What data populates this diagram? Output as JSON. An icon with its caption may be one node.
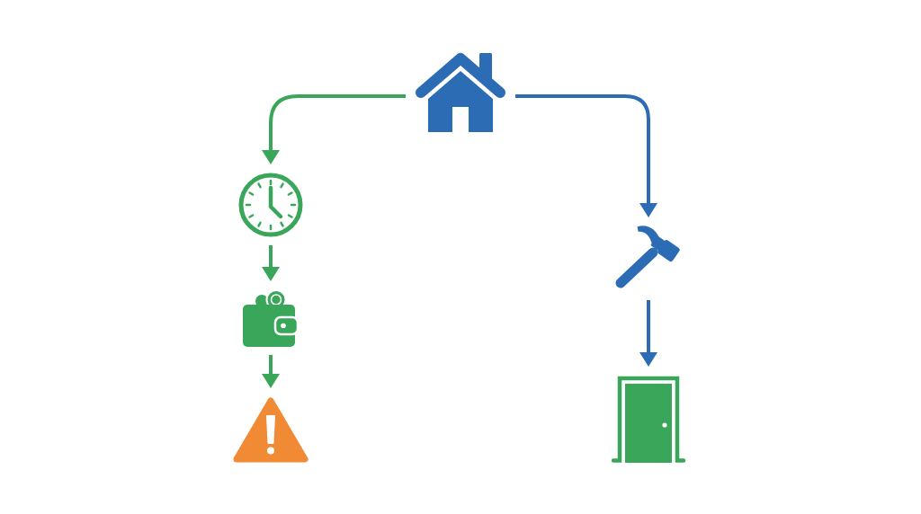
{
  "diagram": {
    "nodes": [
      {
        "text": [],
        "shape": "picture"
      },
      {
        "text": [],
        "shape": "picture"
      },
      {
        "text": [],
        "shape": "picture"
      },
      {
        "text": [],
        "shape": "picture"
      },
      {
        "text": [],
        "shape": "picture"
      },
      {
        "text": [],
        "shape": "picture"
      }
    ],
    "edges": [
      {
        "from": 0,
        "to": 1,
        "arrow": "to"
      },
      {
        "from": 1,
        "to": 2,
        "arrow": "to"
      },
      {
        "from": 2,
        "to": 3,
        "arrow": "to"
      },
      {
        "from": 0,
        "to": 4,
        "arrow": "to",
        "color": "#2b6cb5"
      },
      {
        "from": 4,
        "to": 5,
        "arrow": "to",
        "color": "#2b6cb5"
      }
    ]
  }
}
